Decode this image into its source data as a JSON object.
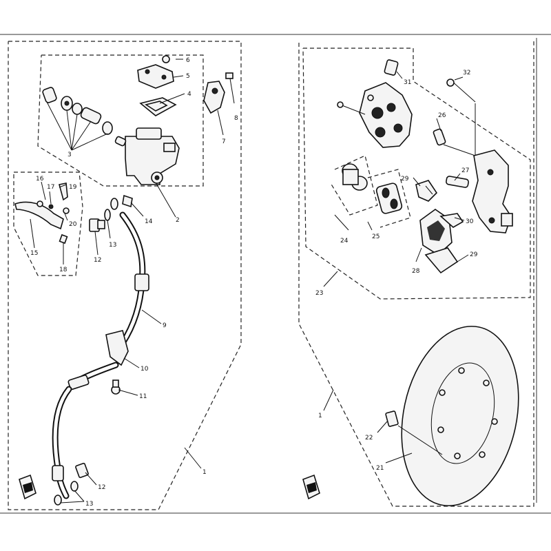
{
  "labels": {
    "l1a": "1",
    "l1b": "1",
    "l2": "2",
    "l3": "3",
    "l4": "4",
    "l5": "5",
    "l6": "6",
    "l7": "7",
    "l8": "8",
    "l9": "9",
    "l10": "10",
    "l11": "11",
    "l12a": "12",
    "l12b": "12",
    "l13a": "13",
    "l13b": "13",
    "l14": "14",
    "l15": "15",
    "l16": "16",
    "l17": "17",
    "l18": "18",
    "l19": "19",
    "l20": "20",
    "l21": "21",
    "l22": "22",
    "l23": "23",
    "l24": "24",
    "l25": "25",
    "l26": "26",
    "l27": "27",
    "l28": "28",
    "l29a": "29",
    "l29b": "29",
    "l30": "30",
    "l31": "31",
    "l32": "32"
  },
  "icons": {
    "front_marker_left": "front-arrow-icon",
    "front_marker_right": "front-arrow-icon"
  },
  "colors": {
    "ink": "#111111",
    "paper": "#ffffff"
  }
}
